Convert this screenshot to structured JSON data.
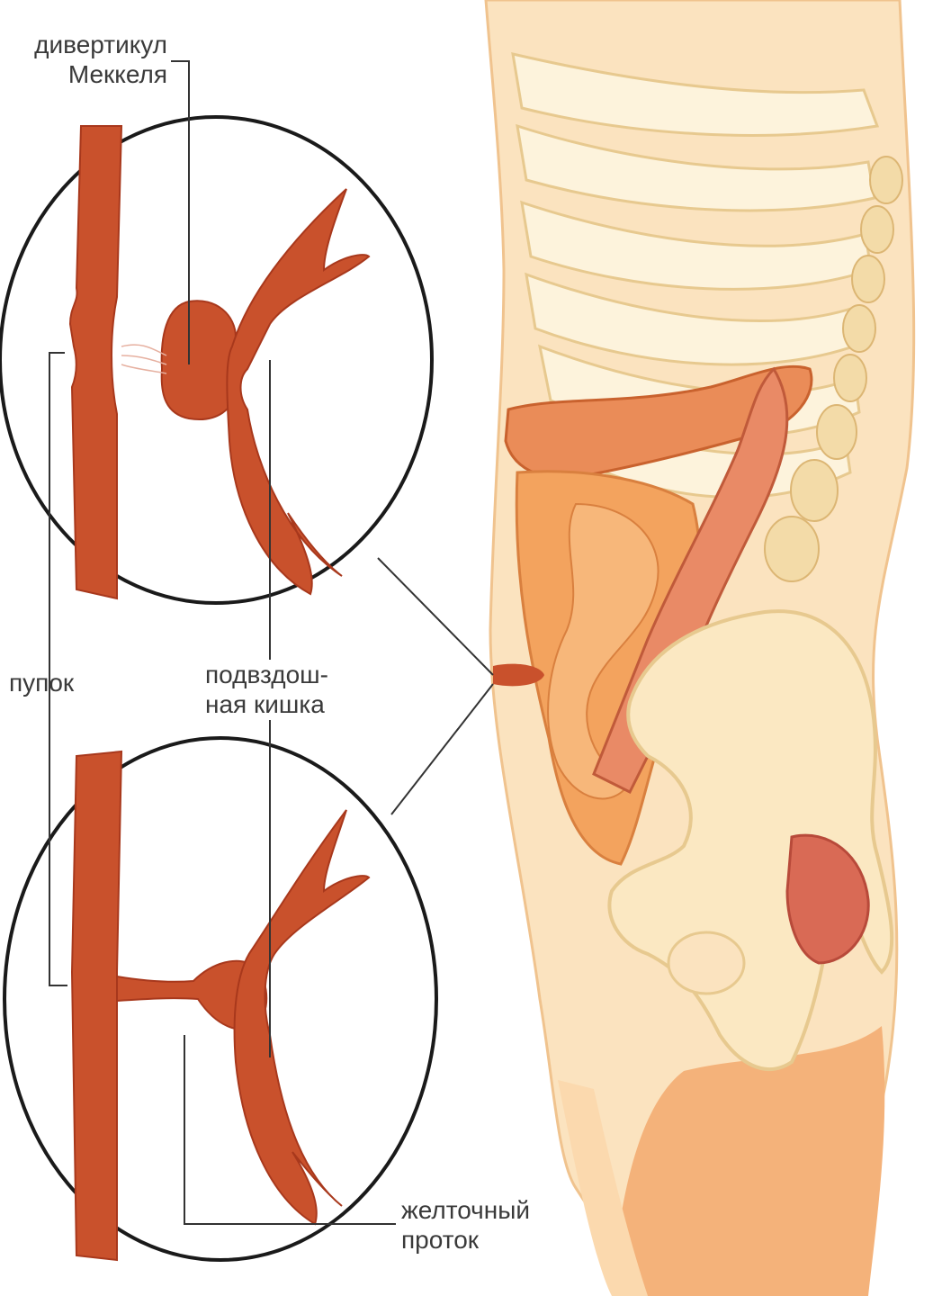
{
  "labels": {
    "meckel_diverticulum": {
      "line1": "дивертикул",
      "line2": "Меккеля"
    },
    "navel": {
      "line1": "пупок"
    },
    "ileum": {
      "line1": "подвздош-",
      "line2": "ная кишка"
    },
    "vitelline_duct": {
      "line1": "желточный",
      "line2": "проток"
    }
  },
  "colors": {
    "intestine": "#c9512c",
    "intestine_dark": "#a8381c",
    "skin": "#fbe3bf",
    "skin_edge": "#f0c38e",
    "bone": "#fbe8c2",
    "bone_shadow": "#e7c98f",
    "colon": "#f0a05a",
    "colon_dark": "#d9803f",
    "leader_line": "#333333"
  }
}
